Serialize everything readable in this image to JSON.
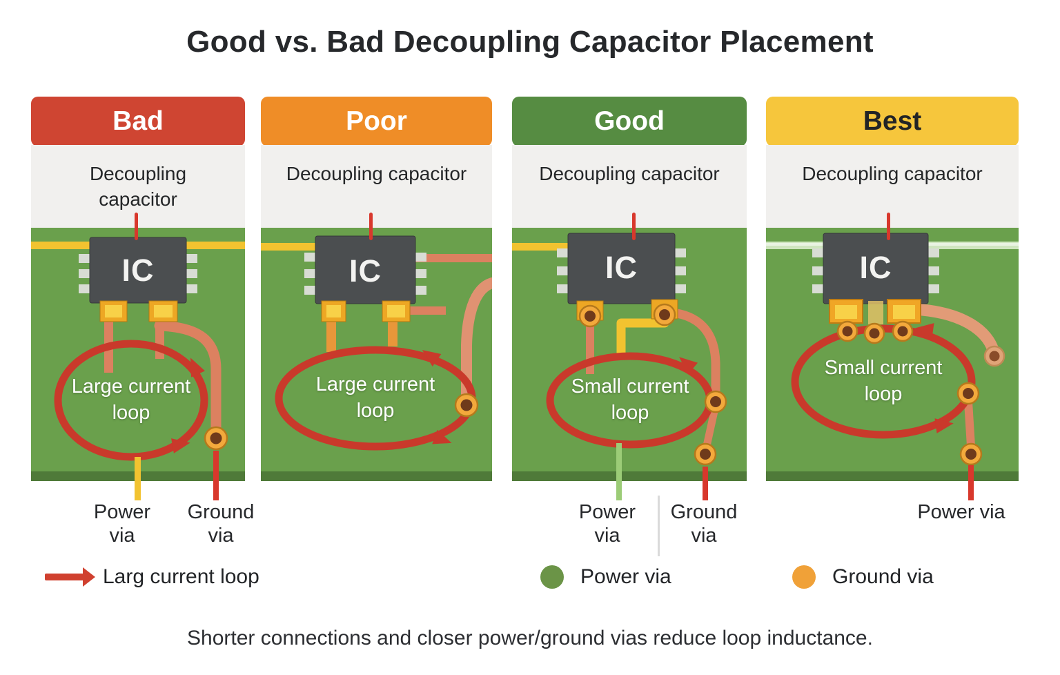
{
  "title": "Good vs. Bad Decoupling Capacitor Placement",
  "caption": "Shorter connections and closer power/ground vias reduce loop inductance.",
  "panels": [
    {
      "label": "Bad",
      "header_color": "#cf4532",
      "capacitor_label": "Decoupling capacitor",
      "ic_label": "IC",
      "loop_label": "Large current loop",
      "via_labels": [
        {
          "text": "Power via"
        },
        {
          "text": "Ground via"
        }
      ]
    },
    {
      "label": "Poor",
      "header_color": "#ef8d27",
      "capacitor_label": "Decoupling capacitor",
      "ic_label": "IC",
      "loop_label": "Large current loop",
      "via_labels": []
    },
    {
      "label": "Good",
      "header_color": "#568c42",
      "capacitor_label": "Decoupling capacitor",
      "ic_label": "IC",
      "loop_label": "Small current loop",
      "via_labels": [
        {
          "text": "Power via"
        },
        {
          "text": "Ground via"
        }
      ]
    },
    {
      "label": "Best",
      "header_color": "#f6c63c",
      "capacitor_label": "Decoupling capacitor",
      "ic_label": "IC",
      "loop_label": "Small current loop",
      "via_labels": [
        {
          "text": "Power via"
        }
      ]
    }
  ],
  "legend": [
    {
      "icon": "current-loop-arrow-icon",
      "label": "Larg current loop",
      "color": "#d0402f"
    },
    {
      "icon": "power-via-dot-icon",
      "label": "Power via",
      "color": "#6b9447"
    },
    {
      "icon": "ground-via-dot-icon",
      "label": "Ground via",
      "color": "#f0a138"
    }
  ],
  "colors": {
    "pcb_green": "#6aa04c",
    "pcb_edge": "#4f7a39",
    "trace_yellow": "#f2c330",
    "trace_salmon": "#dc8160",
    "loop_red": "#c9392b",
    "via_ring": "#f3a93c",
    "via_center": "#6f3a1b",
    "note_bg": "#f1f0ee",
    "pointer_red": "#d8382c",
    "power_line_green": "#9ccc77",
    "pale_trace_green": "#cfe5bf"
  }
}
